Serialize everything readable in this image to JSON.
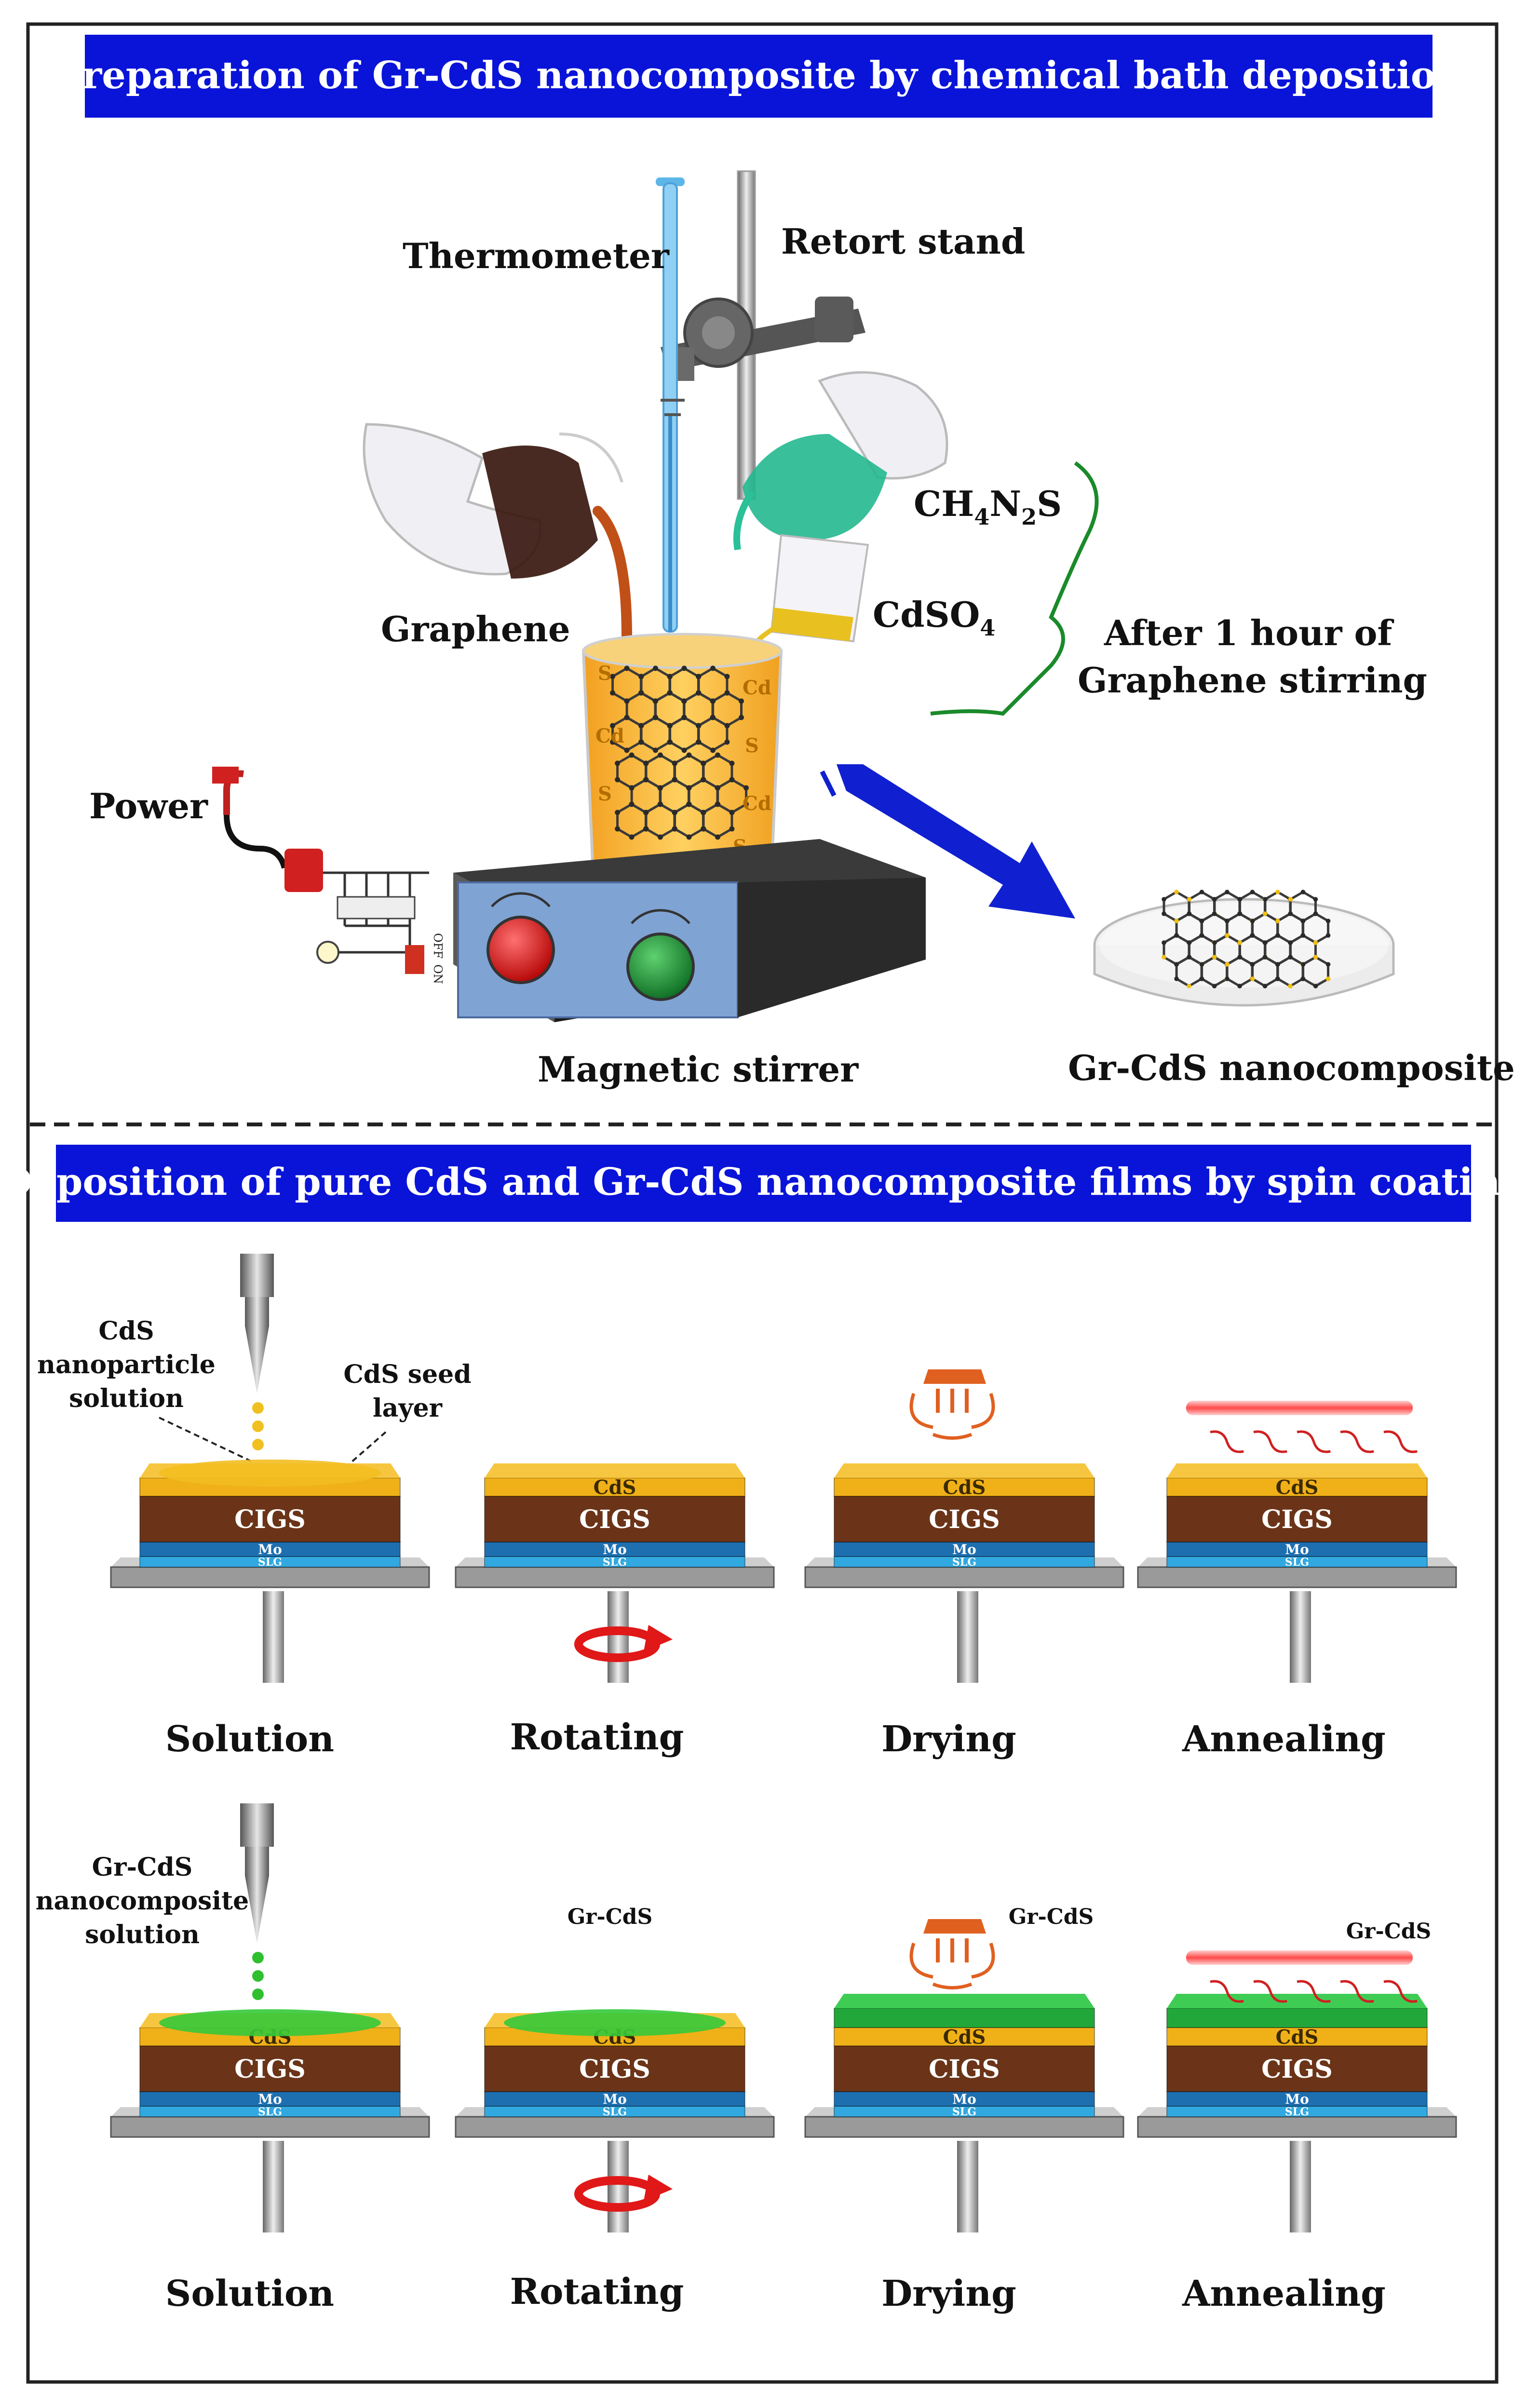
{
  "top": {
    "banner": "Preparation of Gr-CdS nanocomposite by chemical bath deposition",
    "labels": {
      "thermometer": "Thermometer",
      "retort_stand": "Retort stand",
      "graphene": "Graphene",
      "thiourea_main": "CH",
      "thiourea_sub1": "4",
      "thiourea_mid": "N",
      "thiourea_sub2": "2",
      "thiourea_end": "S",
      "cdso_main": "CdSO",
      "cdso_sub": "4",
      "after_line1": "After 1 hour of",
      "after_line2": "Graphene stirring",
      "power": "Power",
      "magnetic_stirrer": "Magnetic stirrer",
      "nanocomposite": "Gr-CdS nanocomposite",
      "switch_off": "OFF",
      "switch_on": "ON"
    },
    "ions": [
      "S",
      "Cd",
      "S",
      "Cd",
      "S",
      "Cd",
      "S"
    ]
  },
  "bottom": {
    "banner": "Deposition of pure CdS and Gr-CdS nanocomposite films by spin coating",
    "row1": {
      "callout_solution": [
        "CdS",
        "nanoparticle",
        "solution"
      ],
      "callout_seed": [
        "CdS seed",
        "layer"
      ],
      "steps": [
        "Solution",
        "Rotating",
        "Drying",
        "Annealing"
      ]
    },
    "row2": {
      "callout_solution": [
        "Gr-CdS",
        "nanocomposite",
        "solution"
      ],
      "steps": [
        "Solution",
        "Rotating",
        "Drying",
        "Annealing"
      ]
    },
    "layers": {
      "cds": "CdS",
      "cigs": "CIGS",
      "mo": "Mo",
      "slg": "SLG",
      "grcds": "Gr-CdS"
    }
  },
  "colors": {
    "banner": "#0a14d8",
    "cds": "#f0b018",
    "cigs": "#6b3418",
    "mo": "#1e6fb0",
    "slg": "#31a8e0",
    "green_layer": "#22a83a",
    "arrow_blue": "#1020d0",
    "rotate_red": "#e01818",
    "heater": "#e06020",
    "lamp": "#ff6a6a"
  }
}
